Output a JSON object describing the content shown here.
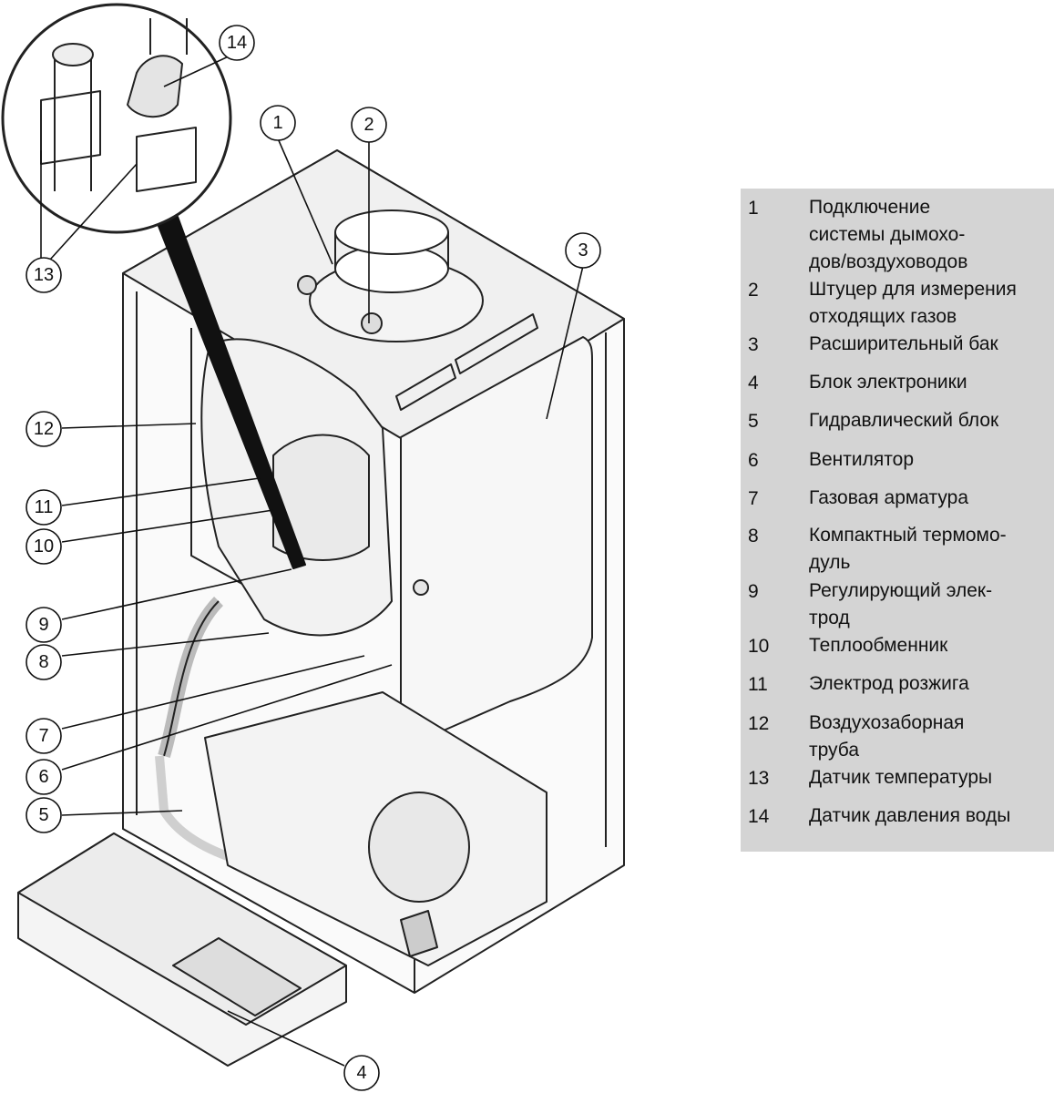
{
  "callouts": [
    {
      "n": "1"
    },
    {
      "n": "2"
    },
    {
      "n": "3"
    },
    {
      "n": "4"
    },
    {
      "n": "5"
    },
    {
      "n": "6"
    },
    {
      "n": "7"
    },
    {
      "n": "8"
    },
    {
      "n": "9"
    },
    {
      "n": "10"
    },
    {
      "n": "11"
    },
    {
      "n": "12"
    },
    {
      "n": "13"
    },
    {
      "n": "14"
    }
  ],
  "legend": [
    {
      "num": "1",
      "text": "Подключение\nсистемы дымохо-\nдов/воздуховодов"
    },
    {
      "num": "2",
      "text": "Штуцер для измерения\nотходящих газов"
    },
    {
      "num": "3",
      "text": "Расширительный бак"
    },
    {
      "num": "4",
      "text": "Блок электроники"
    },
    {
      "num": "5",
      "text": "Гидравлический блок"
    },
    {
      "num": "6",
      "text": "Вентилятор"
    },
    {
      "num": "7",
      "text": "Газовая арматура"
    },
    {
      "num": "8",
      "text": "Компактный термомо-\nдуль"
    },
    {
      "num": "9",
      "text": "Регулирующий элек-\nтрод"
    },
    {
      "num": "10",
      "text": "Теплообменник"
    },
    {
      "num": "11",
      "text": "Электрод розжига"
    },
    {
      "num": "12",
      "text": "Воздухозаборная\nтруба"
    },
    {
      "num": "13",
      "text": "Датчик температуры"
    },
    {
      "num": "14",
      "text": "Датчик давления воды"
    }
  ],
  "colors": {
    "legend_bg": "#d4d4d4",
    "line": "#111111"
  }
}
